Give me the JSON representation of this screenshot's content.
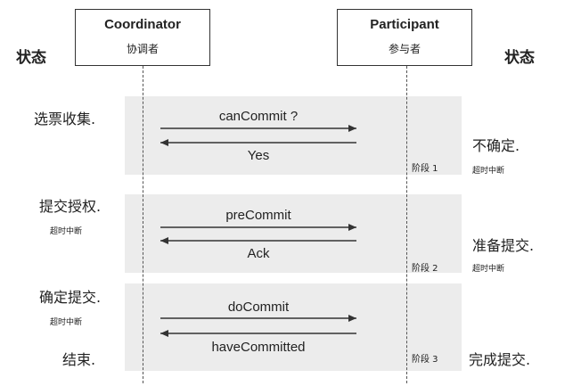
{
  "coordinator": {
    "name": "Coordinator",
    "sub": "协调者"
  },
  "participant": {
    "name": "Participant",
    "sub": "参与者"
  },
  "state_header_left": "状态",
  "state_header_right": "状态",
  "phases": [
    {
      "left_main": "选票收集.",
      "left_sub": "",
      "request": "canCommit ?",
      "response": "Yes",
      "stage": "阶段 1",
      "right_main": "不确定.",
      "right_sub": "超时中断"
    },
    {
      "left_main": "提交授权.",
      "left_sub": "超时中断",
      "request": "preCommit",
      "response": "Ack",
      "stage": "阶段 2",
      "right_main": "准备提交.",
      "right_sub": "超时中断"
    },
    {
      "left_main": "确定提交.",
      "left_sub": "超时中断",
      "request": "doCommit",
      "response": "haveCommitted",
      "stage": "阶段 3",
      "right_main": "完成提交.",
      "right_sub": ""
    }
  ],
  "end_label": "结束."
}
